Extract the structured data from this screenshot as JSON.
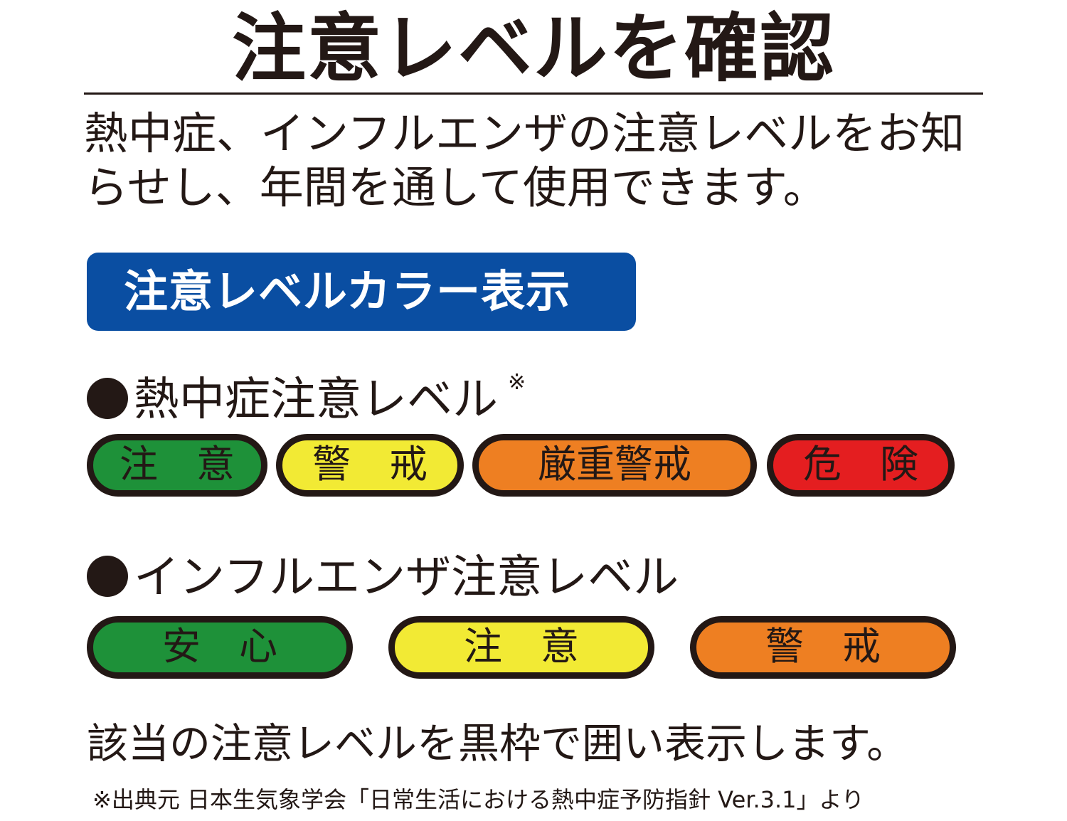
{
  "page": {
    "title": "注意レベルを確認",
    "intro_lines": [
      "熱中症、インフルエンザの注意レベルをお知",
      "らせし、年間を通して使用できます。"
    ],
    "section_badge": "注意レベルカラー表示"
  },
  "heatstroke": {
    "heading": "熱中症注意レベル",
    "footnote_mark": "※",
    "levels": [
      {
        "label": "注　意",
        "color": "#1e9139"
      },
      {
        "label": "警　戒",
        "color": "#f2ea34"
      },
      {
        "label": "厳重警戒",
        "color": "#ee7f22"
      },
      {
        "label": "危　険",
        "color": "#e41e20"
      }
    ]
  },
  "influenza": {
    "heading": "インフルエンザ注意レベル",
    "levels": [
      {
        "label": "安　心",
        "color": "#1e9139"
      },
      {
        "label": "注　意",
        "color": "#f2ea34"
      },
      {
        "label": "警　戒",
        "color": "#ee7f22"
      }
    ]
  },
  "footer": {
    "text": "該当の注意レベルを黒枠で囲い表示します。",
    "note": "※出典元 日本生気象学会「日常生活における熱中症予防指針 Ver.3.1」より"
  }
}
